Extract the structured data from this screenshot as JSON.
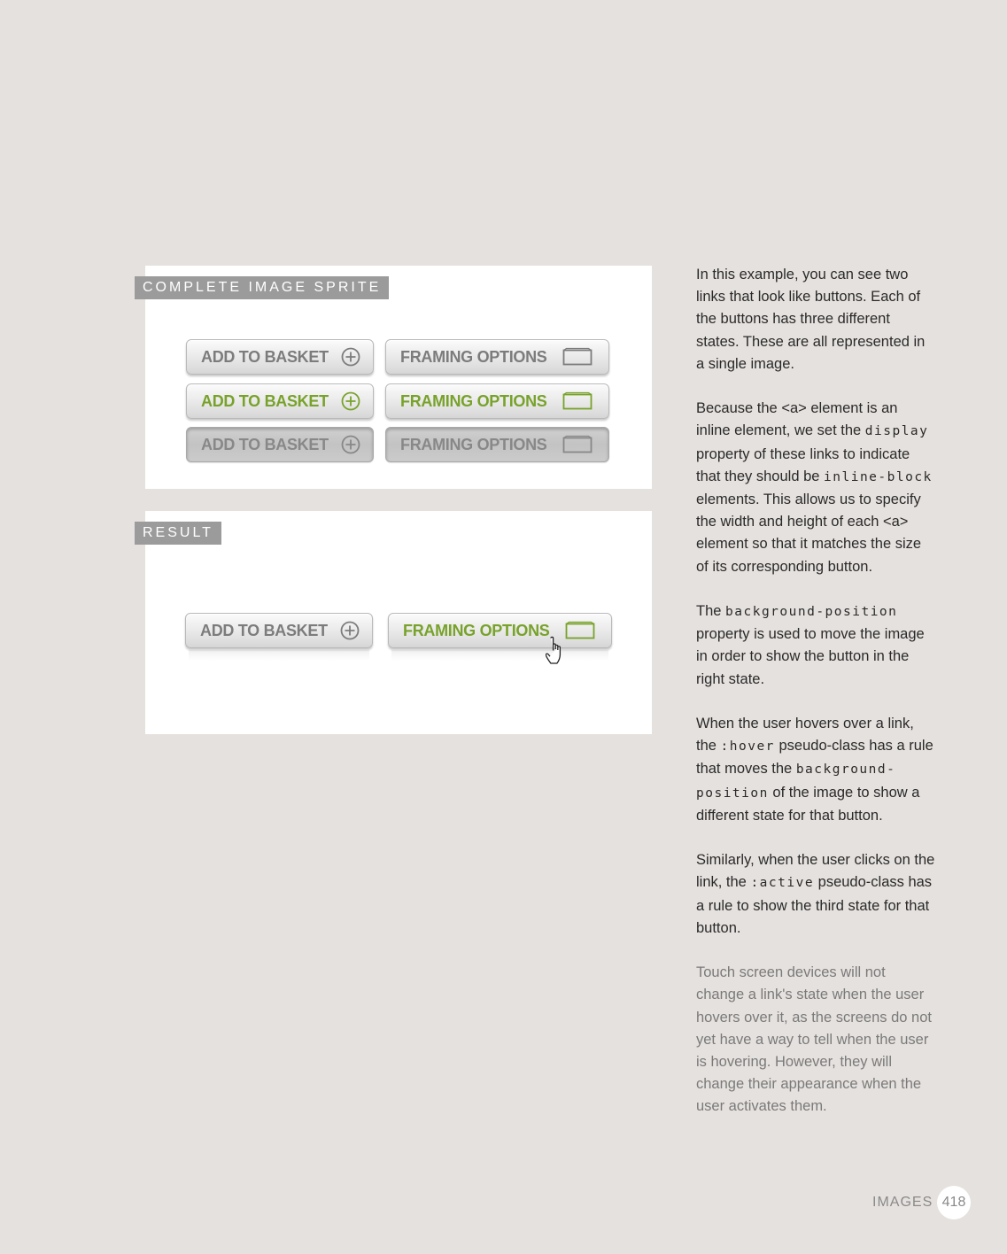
{
  "sprite_section": {
    "label": "COMPLETE IMAGE SPRITE"
  },
  "result_section": {
    "label": "RESULT"
  },
  "buttons": {
    "add_to_basket": "ADD TO BASKET",
    "framing_options": "FRAMING OPTIONS"
  },
  "icons": {
    "basket": "plus-circle-icon",
    "framing": "frame-icon",
    "cursor": "hand-pointer-cursor"
  },
  "colors": {
    "background": "#e5e1de",
    "button_text": "#7c7c7c",
    "hover_text": "#78a22b",
    "label_bg": "#9b9b9b"
  },
  "body": {
    "p1": "In this example, you can see two links that look like buttons. Each of the buttons has three different states. These are all represented in a single image.",
    "p2_a": "Because the <a> element is an inline element, we set the ",
    "p2_code1": "display",
    "p2_b": " property of these links to indicate that they should be ",
    "p2_code2": "inline-block",
    "p2_c": " elements. This allows us to specify the width and height of each <a> element so that it matches the size of its corresponding button.",
    "p3_a": "The ",
    "p3_code": "background-position",
    "p3_b": " property is used to move the image in order to show the button in the right state.",
    "p4_a": "When the user hovers over a link, the ",
    "p4_code1": ":hover",
    "p4_b": " pseudo-class has a rule that moves the ",
    "p4_code2": "background-position",
    "p4_c": " of the image to show a different state for that button.",
    "p5_a": "Similarly, when the user clicks on the link, the ",
    "p5_code": ":active",
    "p5_b": " pseudo-class has a rule to show the third state for that button.",
    "note": "Touch screen devices will not change a link's state when the user hovers over it, as the screens do not yet have a way to tell when the user is hovering. However, they will change their appearance when the user activates them."
  },
  "footer": {
    "section": "IMAGES",
    "page_number": "418"
  }
}
